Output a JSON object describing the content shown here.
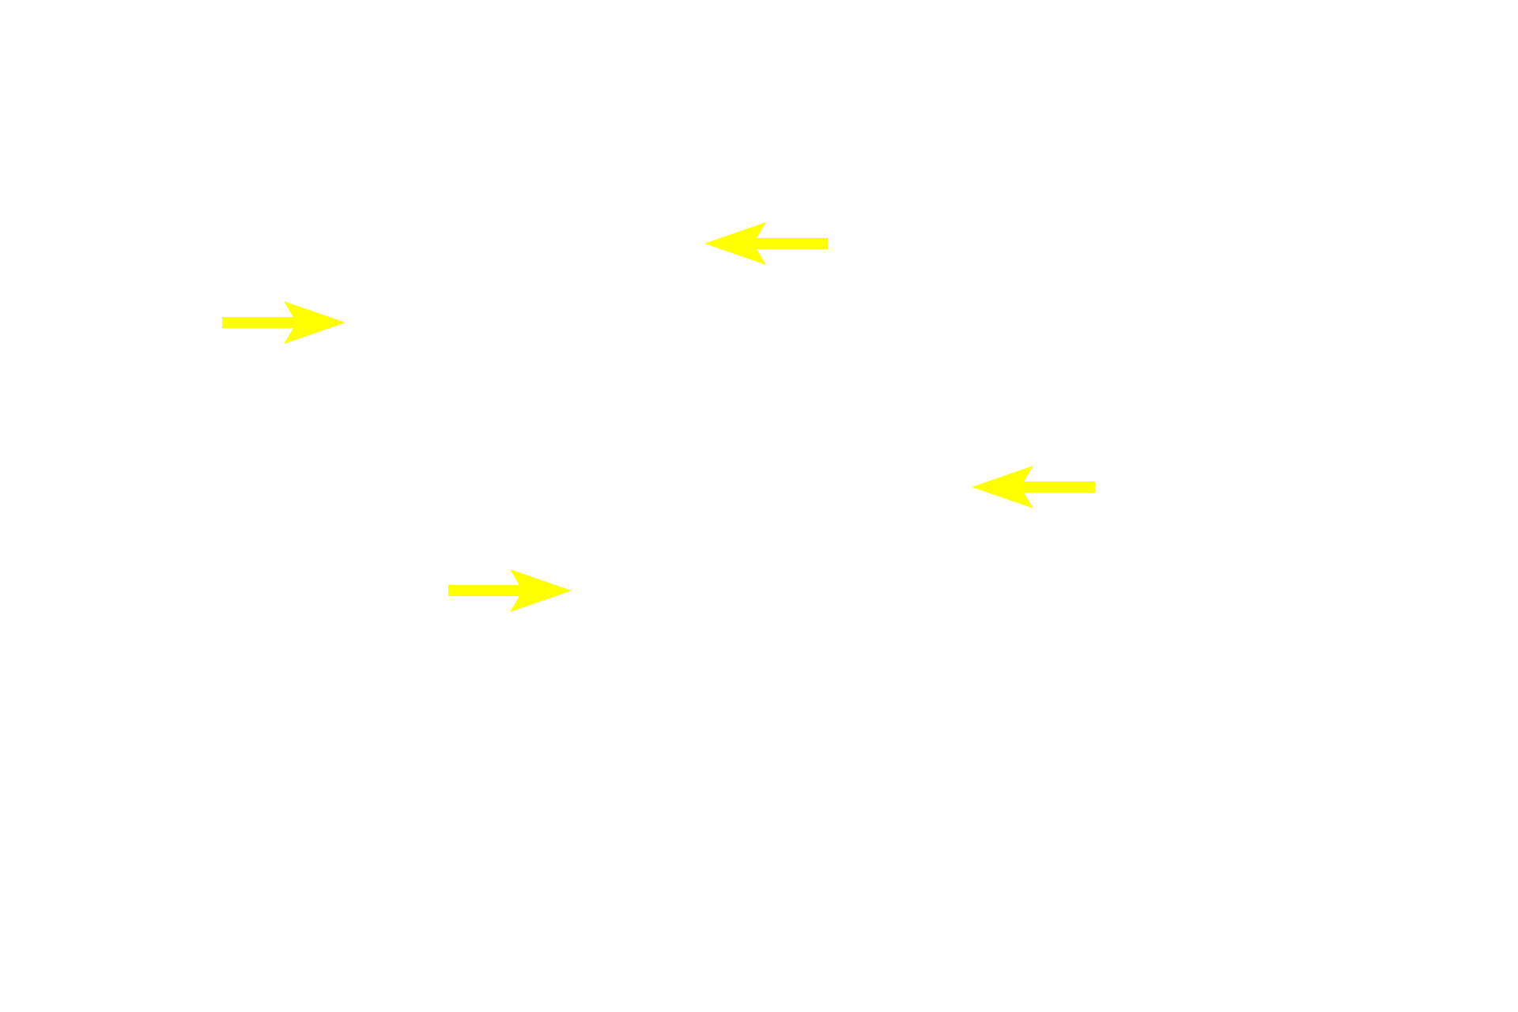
{
  "canvas": {
    "background": "#ffffff"
  },
  "arrows": [
    {
      "icon": "arrow-left-icon",
      "direction": "left",
      "color": "#ffff00"
    },
    {
      "icon": "arrow-right-icon",
      "direction": "right",
      "color": "#ffff00"
    },
    {
      "icon": "arrow-left-icon",
      "direction": "left",
      "color": "#ffff00"
    },
    {
      "icon": "arrow-right-icon",
      "direction": "right",
      "color": "#ffff00"
    }
  ]
}
